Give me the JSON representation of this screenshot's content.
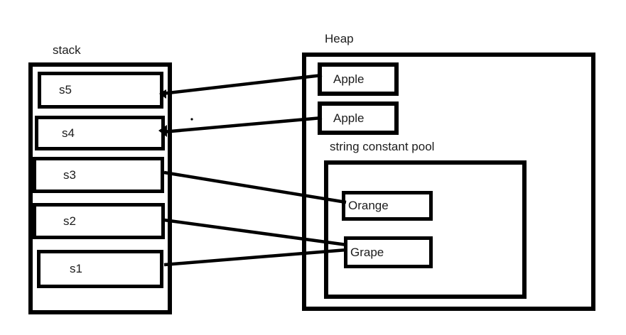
{
  "diagram": {
    "background": "#ffffff",
    "stroke_color": "#000000",
    "stack": {
      "label": "stack",
      "frames": [
        {
          "id": "s5",
          "label": "s5"
        },
        {
          "id": "s4",
          "label": "s4"
        },
        {
          "id": "s3",
          "label": "s3"
        },
        {
          "id": "s2",
          "label": "s2"
        },
        {
          "id": "s1",
          "label": "s1"
        }
      ]
    },
    "heap": {
      "label": "Heap",
      "objects": [
        {
          "id": "apple-1",
          "label": "Apple"
        },
        {
          "id": "apple-2",
          "label": "Apple"
        }
      ],
      "string_constant_pool": {
        "label": "string constant pool",
        "objects": [
          {
            "id": "orange",
            "label": "Orange"
          },
          {
            "id": "grape",
            "label": "Grape"
          }
        ]
      }
    },
    "references": [
      {
        "from": "s5",
        "to": "apple-1"
      },
      {
        "from": "s4",
        "to": "apple-2"
      },
      {
        "from": "s3",
        "to": "orange"
      },
      {
        "from": "s2",
        "to": "grape"
      },
      {
        "from": "s1",
        "to": "grape"
      }
    ]
  }
}
